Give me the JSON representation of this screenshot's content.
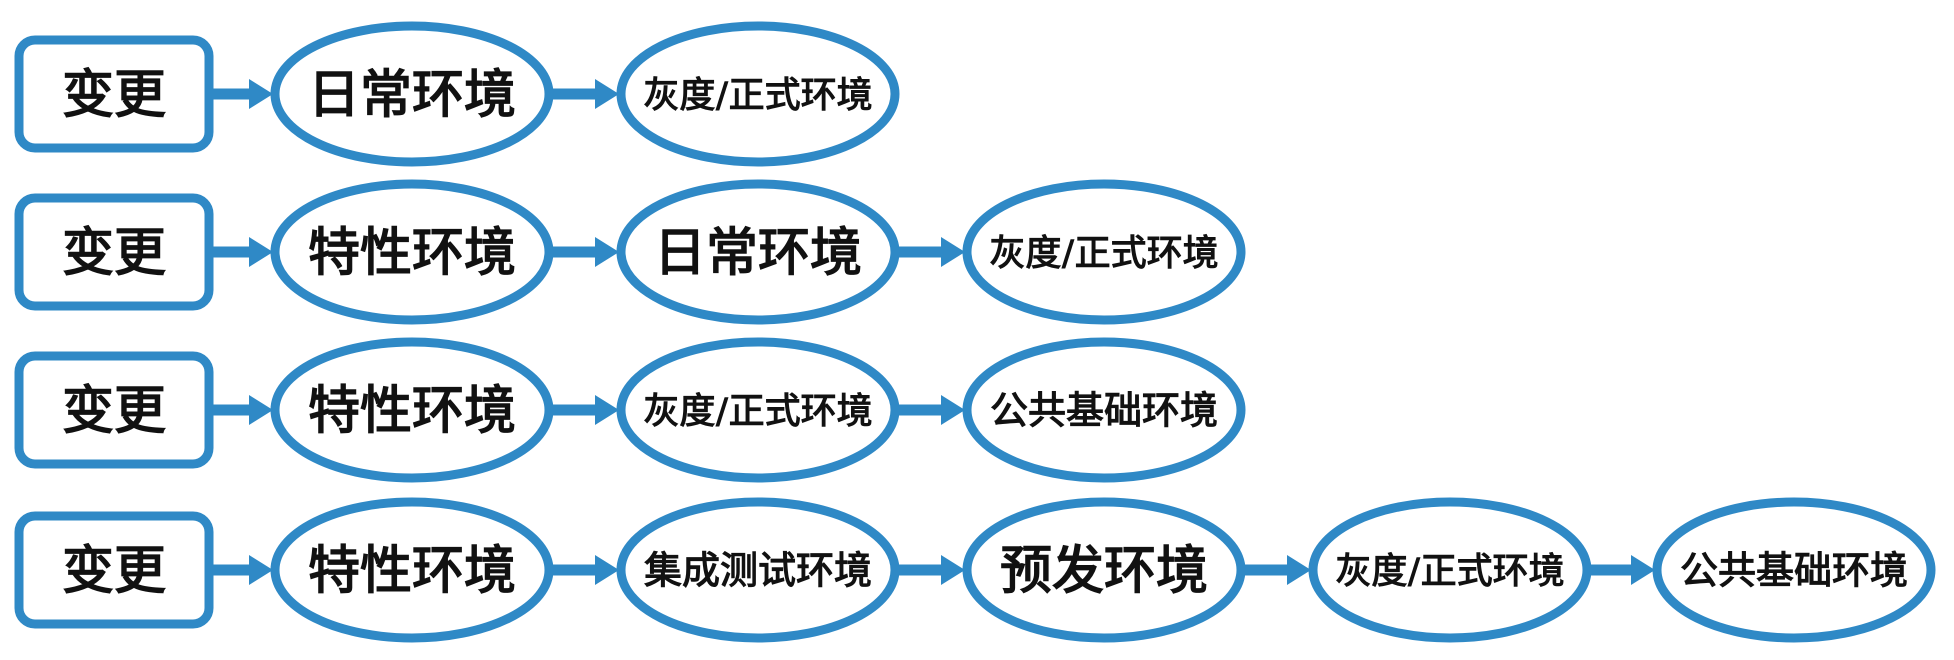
{
  "colors": {
    "stroke": "#2f89c6",
    "background": "#ffffff",
    "text": "#111111"
  },
  "rows": [
    {
      "nodes": [
        {
          "label": "变更",
          "shape": "box"
        },
        {
          "label": "日常环境",
          "shape": "ellipse"
        },
        {
          "label": "灰度/正式环境",
          "shape": "ellipse"
        }
      ]
    },
    {
      "nodes": [
        {
          "label": "变更",
          "shape": "box"
        },
        {
          "label": "特性环境",
          "shape": "ellipse"
        },
        {
          "label": "日常环境",
          "shape": "ellipse"
        },
        {
          "label": "灰度/正式环境",
          "shape": "ellipse"
        }
      ]
    },
    {
      "nodes": [
        {
          "label": "变更",
          "shape": "box"
        },
        {
          "label": "特性环境",
          "shape": "ellipse"
        },
        {
          "label": "灰度/正式环境",
          "shape": "ellipse"
        },
        {
          "label": "公共基础环境",
          "shape": "ellipse"
        }
      ]
    },
    {
      "nodes": [
        {
          "label": "变更",
          "shape": "box"
        },
        {
          "label": "特性环境",
          "shape": "ellipse"
        },
        {
          "label": "集成测试环境",
          "shape": "ellipse"
        },
        {
          "label": "预发环境",
          "shape": "ellipse"
        },
        {
          "label": "灰度/正式环境",
          "shape": "ellipse"
        },
        {
          "label": "公共基础环境",
          "shape": "ellipse"
        }
      ]
    }
  ]
}
